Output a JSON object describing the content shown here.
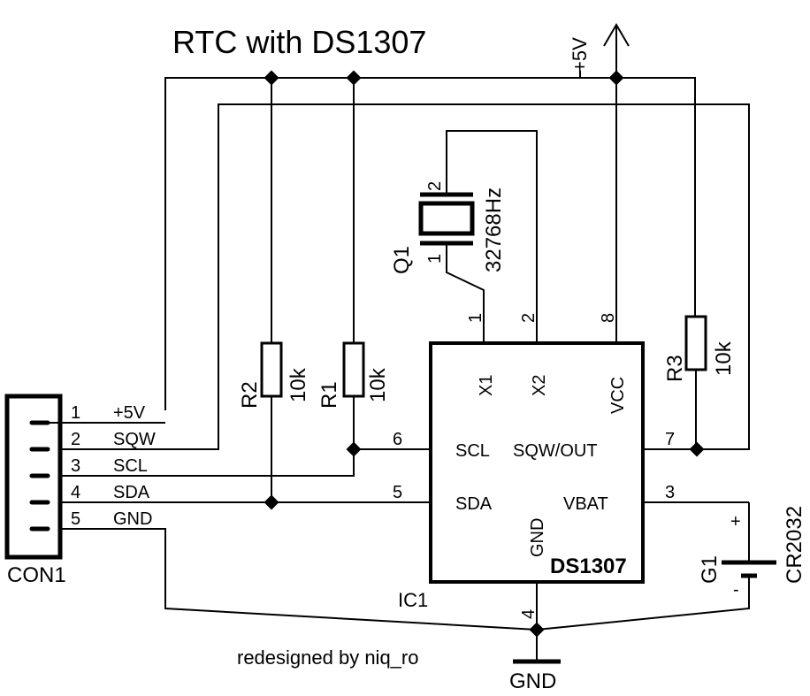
{
  "title": "RTC with DS1307",
  "credit": "redesigned by niq_ro",
  "colors": {
    "ink": "#000000",
    "background": "#ffffff"
  },
  "power": {
    "vcc_label": "+5V",
    "gnd_label": "GND"
  },
  "connector": {
    "ref": "CON1",
    "pins": [
      {
        "num": "1",
        "name": "+5V"
      },
      {
        "num": "2",
        "name": "SQW"
      },
      {
        "num": "3",
        "name": "SCL"
      },
      {
        "num": "4",
        "name": "SDA"
      },
      {
        "num": "5",
        "name": "GND"
      }
    ]
  },
  "ic": {
    "ref": "IC1",
    "part": "DS1307",
    "pins": {
      "x1": {
        "num": "1",
        "name": "X1"
      },
      "x2": {
        "num": "2",
        "name": "X2"
      },
      "vbat": {
        "num": "3",
        "name": "VBAT"
      },
      "gnd": {
        "num": "4",
        "name": "GND"
      },
      "sda": {
        "num": "5",
        "name": "SDA"
      },
      "scl": {
        "num": "6",
        "name": "SCL"
      },
      "sqw": {
        "num": "7",
        "name": "SQW/OUT"
      },
      "vcc": {
        "num": "8",
        "name": "VCC"
      }
    }
  },
  "crystal": {
    "ref": "Q1",
    "value": "32768Hz",
    "pin1": "1",
    "pin2": "2"
  },
  "resistors": [
    {
      "ref": "R2",
      "value": "10k"
    },
    {
      "ref": "R1",
      "value": "10k"
    },
    {
      "ref": "R3",
      "value": "10k"
    }
  ],
  "battery": {
    "ref": "G1",
    "value": "CR2032",
    "plus": "+",
    "minus": "-"
  }
}
